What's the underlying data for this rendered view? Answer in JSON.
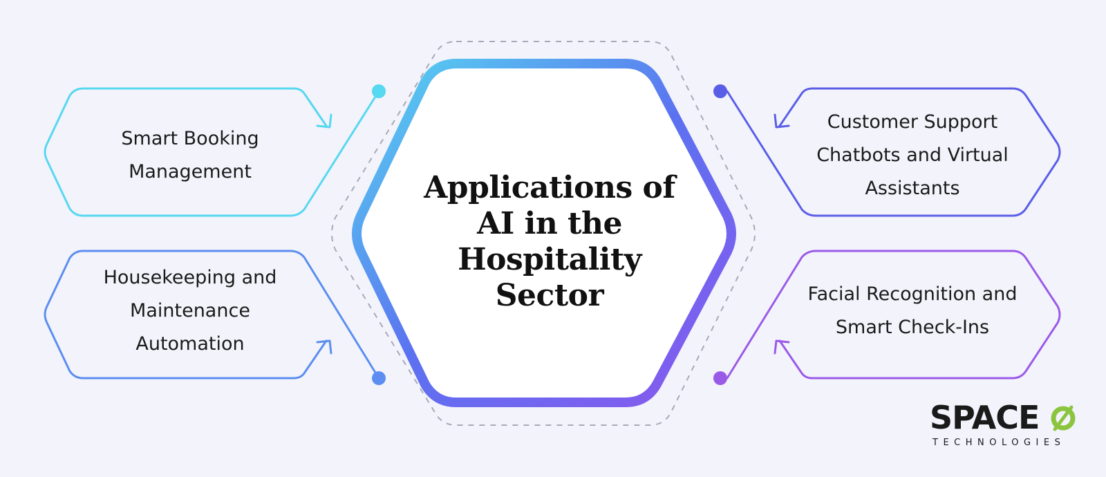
{
  "title_lines": [
    "Applications of",
    "AI in the",
    "Hospitality",
    "Sector"
  ],
  "cards": [
    {
      "id": "smart-booking",
      "lines": [
        "Smart Booking",
        "Management"
      ],
      "color": "#56d8f0"
    },
    {
      "id": "housekeeping",
      "lines": [
        "Housekeeping and",
        "Maintenance",
        "Automation"
      ],
      "color": "#5b8ef0"
    },
    {
      "id": "customer-support",
      "lines": [
        "Customer Support",
        "Chatbots and Virtual",
        "Assistants"
      ],
      "color": "#5a5ee6"
    },
    {
      "id": "facial-recognition",
      "lines": [
        "Facial Recognition and",
        "Smart Check-Ins"
      ],
      "color": "#9a5ae8"
    }
  ],
  "colors": {
    "background": "#f3f3fc",
    "gradient_start": "#56d8f0",
    "gradient_mid": "#5b72f0",
    "gradient_end": "#8b57ee",
    "dashed_outline": "#a9a9b6",
    "logo_accent": "#8bc540"
  },
  "logo": {
    "main": "SPACE",
    "sub": "TECHNOLOGIES",
    "mark_icon": "slashed-o-icon"
  }
}
